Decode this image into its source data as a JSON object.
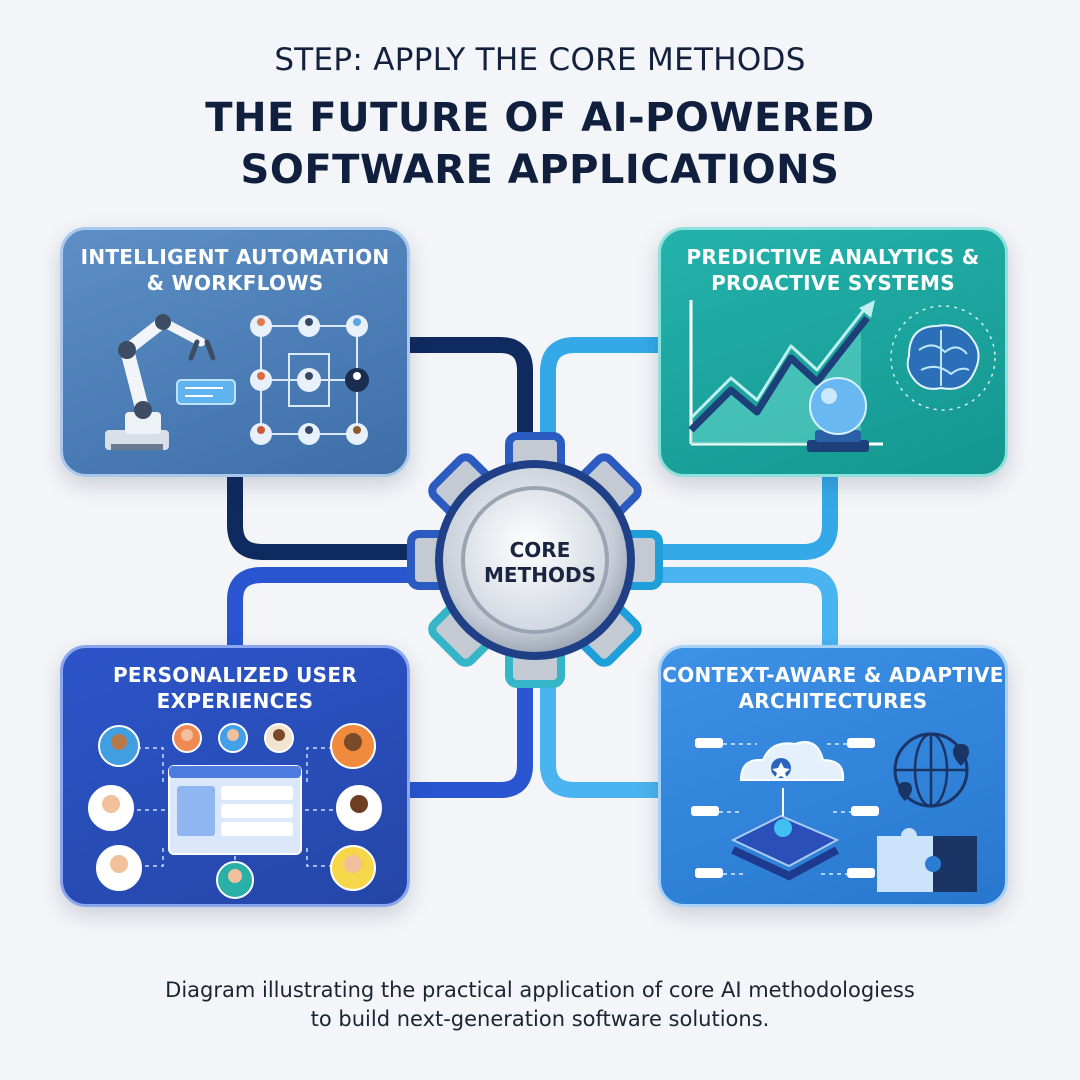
{
  "header": {
    "step": "STEP: APPLY THE CORE METHODS",
    "title_line1": "THE FUTURE OF AI-POWERED",
    "title_line2": "SOFTWARE APPLICATIONS"
  },
  "center": {
    "label_line1": "CORE",
    "label_line2": "METHODS",
    "icon": "gear-icon"
  },
  "panels": [
    {
      "title_line1": "INTELLIGENT AUTOMATION",
      "title_line2": "& WORKFLOWS",
      "icons": [
        "robot-arm-icon",
        "workflow-icon"
      ],
      "color": "#4a7db8"
    },
    {
      "title_line1": "PREDICTIVE ANALYTICS &",
      "title_line2": "PROACTIVE SYSTEMS",
      "icons": [
        "trend-chart-icon",
        "crystal-ball-icon",
        "brain-icon"
      ],
      "color": "#1ea39c"
    },
    {
      "title_line1": "PERSONALIZED USER",
      "title_line2": "EXPERIENCES",
      "icons": [
        "user-avatar-icon",
        "dashboard-icon"
      ],
      "color": "#2a4fbd"
    },
    {
      "title_line1": "CONTEXT-AWARE & ADAPTIVE",
      "title_line2": "ARCHITECTURES",
      "icons": [
        "cloud-icon",
        "globe-icon",
        "puzzle-icon"
      ],
      "color": "#3485dc"
    }
  ],
  "caption": {
    "line1": "Diagram illustrating the practical application of core AI methodologiess",
    "line2": "to build next-generation software solutions."
  }
}
